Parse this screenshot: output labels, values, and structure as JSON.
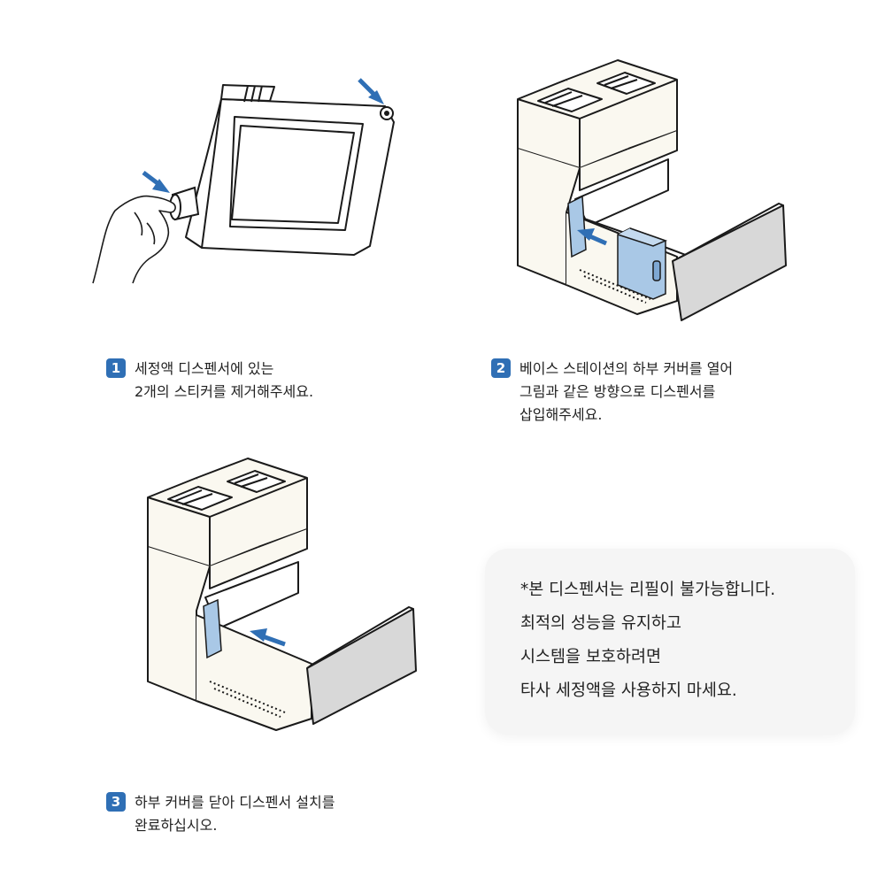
{
  "steps": [
    {
      "number": "1",
      "lines": [
        "세정액 디스펜서에 있는",
        "2개의 스티커를 제거해주세요."
      ]
    },
    {
      "number": "2",
      "lines": [
        "베이스 스테이션의 하부 커버를 열어",
        "그림과 같은 방향으로 디스펜서를",
        "삽입해주세요."
      ]
    },
    {
      "number": "3",
      "lines": [
        "하부 커버를 닫아 디스펜서 설치를",
        "완료하십시오."
      ]
    }
  ],
  "note": {
    "lines": [
      "*본 디스펜서는 리필이 불가능합니다.",
      "최적의 성능을 유지하고",
      "시스템을 보호하려면",
      "타사 세정액을 사용하지 마세요."
    ]
  },
  "colors": {
    "accent": "#2f6fb5",
    "dispenser": "#a9c8e6",
    "note_bg": "#f5f5f5",
    "line": "#1a1a1a",
    "station": "#faf8f0"
  },
  "icons": [
    "arrow-icon",
    "hand-icon",
    "dispenser-icon",
    "base-station-icon"
  ]
}
